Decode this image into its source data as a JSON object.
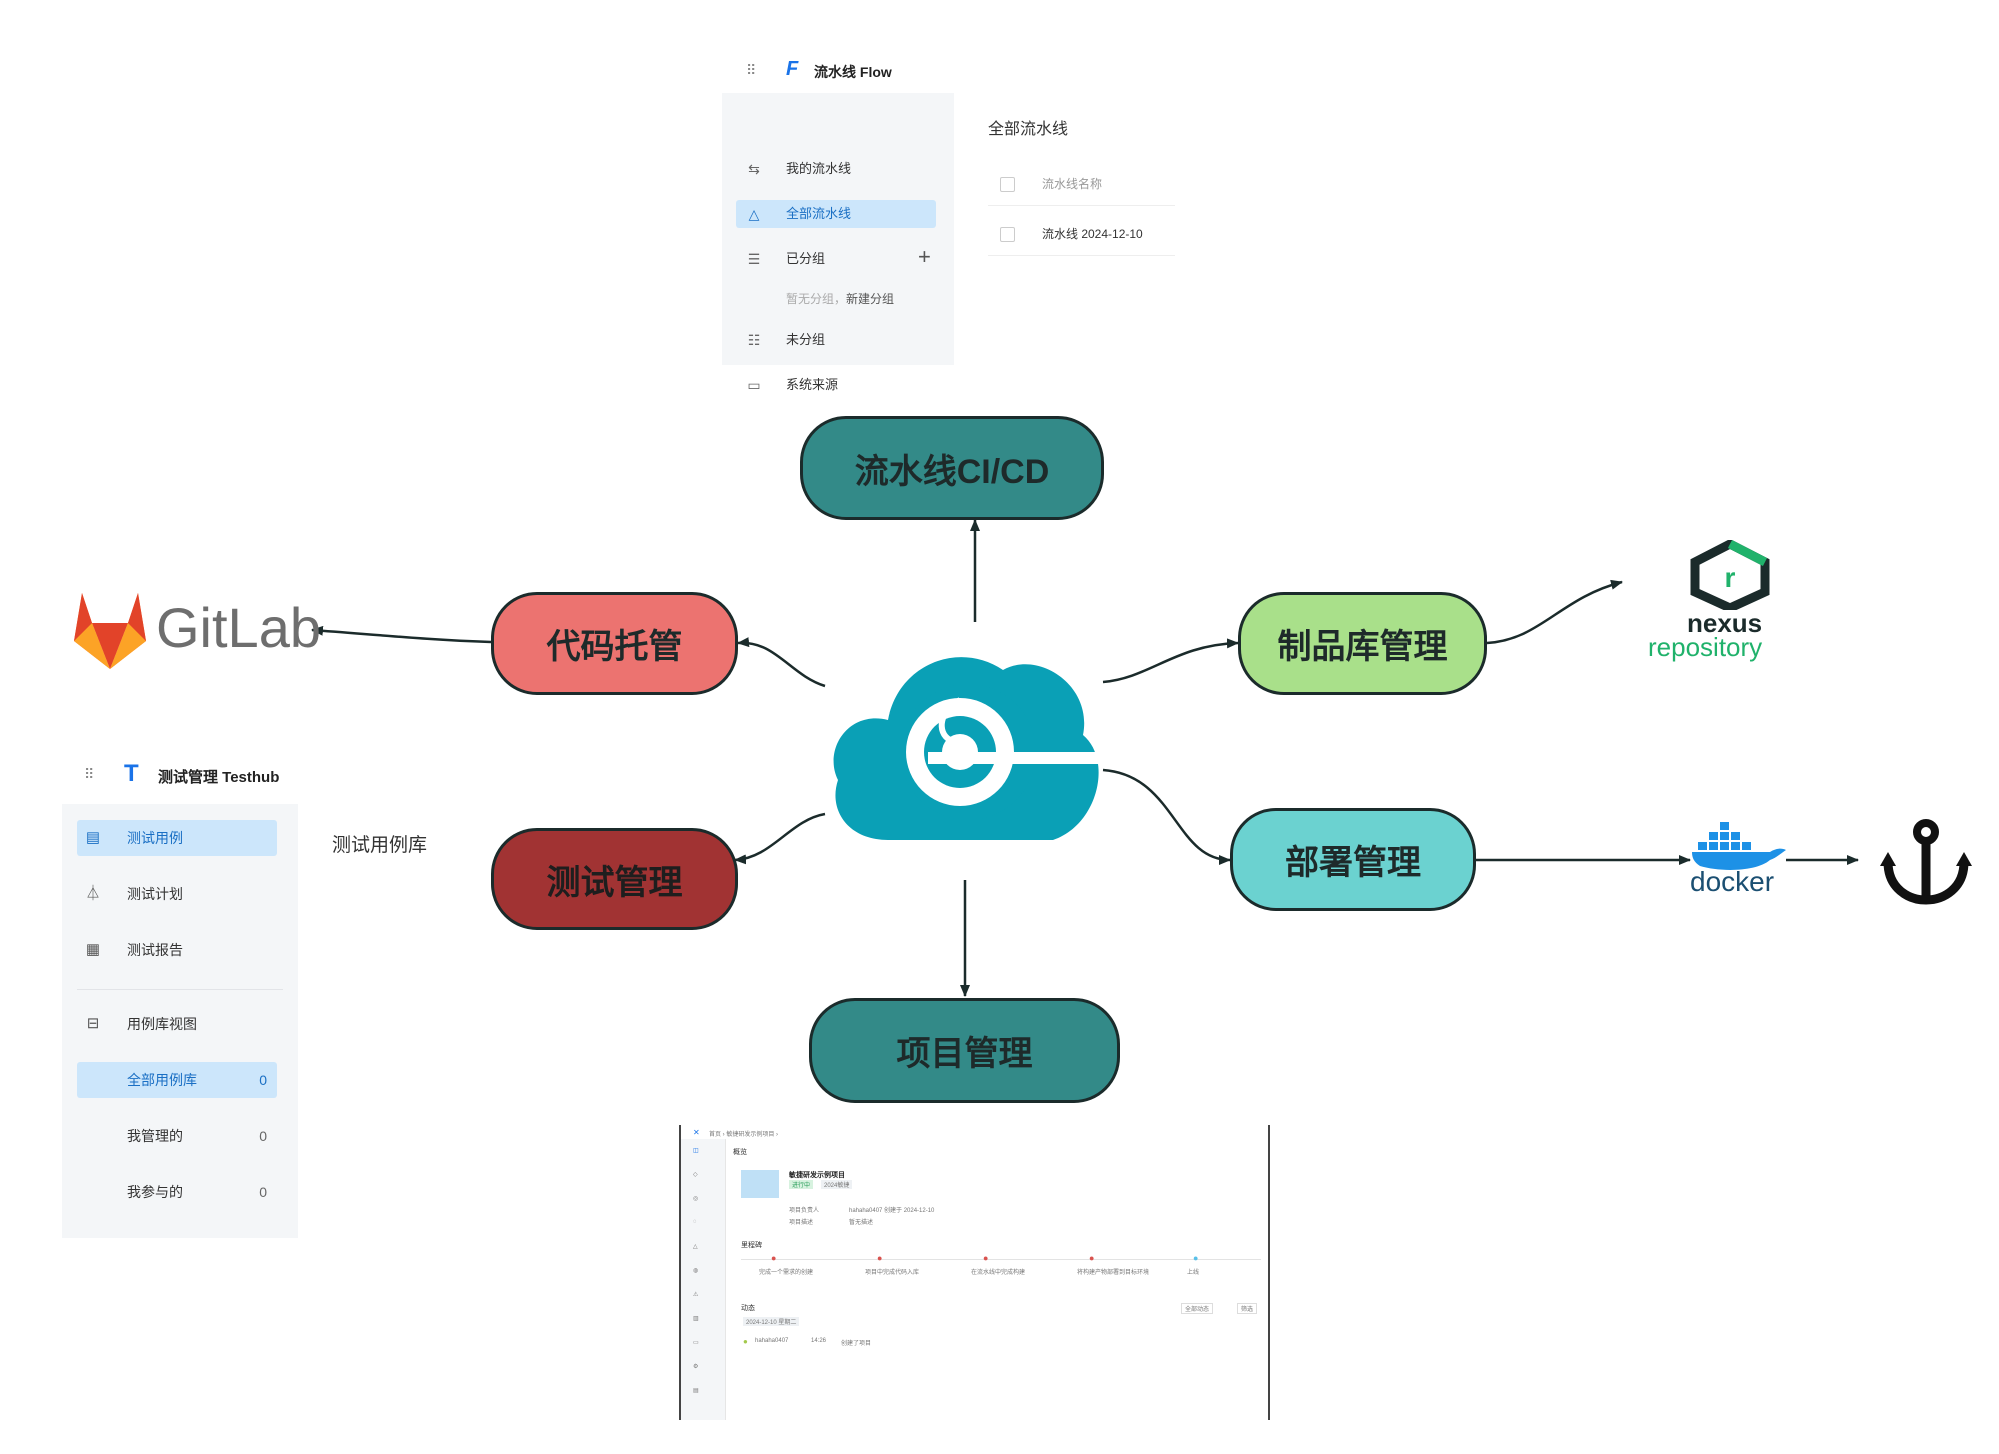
{
  "flow_panel": {
    "title": "流水线 Flow",
    "nav": [
      {
        "label": "我的流水线",
        "icon": "swap-arrows-icon"
      },
      {
        "label": "全部流水线",
        "icon": "pipeline-icon"
      },
      {
        "label": "已分组",
        "icon": "grouped-list-icon"
      },
      {
        "label": "未分组",
        "icon": "ungrouped-icon"
      },
      {
        "label": "系统来源",
        "icon": "monitor-icon"
      }
    ],
    "empty_group_hint": "暂无分组，",
    "new_group_link": "新建分组",
    "content_title": "全部流水线",
    "column_header": "流水线名称",
    "rows": [
      "流水线 2024-12-10"
    ]
  },
  "test_panel": {
    "title": "测试管理 Testhub",
    "nav": [
      {
        "label": "测试用例",
        "icon": "clipboard-icon"
      },
      {
        "label": "测试计划",
        "icon": "flask-icon"
      },
      {
        "label": "测试报告",
        "icon": "report-icon"
      },
      {
        "label": "用例库视图",
        "icon": "library-icon"
      }
    ],
    "libraries": [
      {
        "label": "全部用例库",
        "count": "0"
      },
      {
        "label": "我管理的",
        "count": "0"
      },
      {
        "label": "我参与的",
        "count": "0"
      }
    ],
    "content_title": "测试用例库"
  },
  "diagram": {
    "nodes": {
      "cicd": "流水线CI/CD",
      "code": "代码托管",
      "artifact": "制品库管理",
      "test": "测试管理",
      "deploy": "部署管理",
      "project": "项目管理"
    },
    "colors": {
      "cicd": "#338a88",
      "code": "#ec7370",
      "artifact": "#a9e08a",
      "test": "#a13333",
      "deploy": "#6bd2d0",
      "project": "#338a88",
      "hub": "#0aa0b6"
    }
  },
  "logos": {
    "gitlab": "GitLab",
    "nexus_line1": "nexus",
    "nexus_line2": "repository",
    "docker": "docker"
  },
  "project_panel": {
    "breadcrumb": "首页 › 敏捷研发示例项目 ›",
    "section_overview": "概览",
    "project_name": "敏捷研发示例项目",
    "tag1": "进行中",
    "tag2": "2024敏捷",
    "manager_label": "项目负责人",
    "manager_value": "hahaha0407 创建于 2024-12-10",
    "desc_label": "项目描述",
    "desc_value": "暂无描述",
    "section_milestones": "里程碑",
    "milestones": [
      "完成一个需求的创建",
      "项目中完成代码入库",
      "在流水线中完成构建",
      "将构建产物部署到目标环境",
      "上线"
    ],
    "section_activity": "动态",
    "activity_date": "2024-12-10 星期二",
    "activity_user": "hahaha0407",
    "activity_time": "14:26",
    "activity_text": "创建了项目",
    "filter_label": "全部动态",
    "filter_btn": "筛选"
  }
}
